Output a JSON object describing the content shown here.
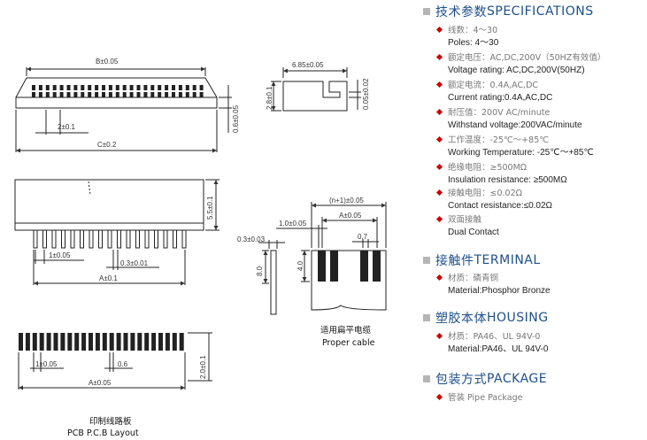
{
  "drawing": {
    "top_view": {
      "b_dim": "B±0.05",
      "pitch": "2±0.1",
      "c_dim": "C±0.2",
      "height_dim": "0.6±0.05"
    },
    "side_view": {
      "width_dim": "6.85±0.05",
      "height_dim": "2.8±0.1",
      "slot_dim": "0.05±0.02"
    },
    "front_view": {
      "height_dim": "5.5±0.1",
      "pitch": "1±0.05",
      "pin_width": "0.3±0.01",
      "a_dim": "A±0.1"
    },
    "pcb_layout": {
      "pitch": "1±0.05",
      "pad_width": "0.6",
      "a_dim": "A±0.05",
      "height_dim": "2.0±0.1",
      "caption_zh": "印制线路板",
      "caption_en": "PCB P.C.B Layout"
    },
    "cable": {
      "n_dim": "(n+1)±0.05",
      "a_dim": "A±0.05",
      "pitch": "1.0±0.05",
      "width": "0.7",
      "thickness": "0.3±0.03",
      "length": "8.0",
      "contact": "4.0",
      "caption_zh": "适用扁平电缆",
      "caption_en": "Proper cable"
    }
  },
  "specs": {
    "title_zh": "技术参数",
    "title_en": "SPECIFICATIONS",
    "items": [
      {
        "zh": "线数：4～30",
        "en": "Poles: 4～30"
      },
      {
        "zh": "额定电压：AC,DC,200V（50HZ有效值）",
        "en": "Voltage rating: AC,DC,200V(50HZ)"
      },
      {
        "zh": "额定电流：0.4A,AC,DC",
        "en": "Current rating:0.4A,AC,DC"
      },
      {
        "zh": "耐压值：200V AC/minute",
        "en": "Withstand voltage:200VAC/minute"
      },
      {
        "zh": "工作温度：-25℃～+85℃",
        "en": "Working Temperature: -25℃～+85℃"
      },
      {
        "zh": "绝缘电阻：≥500MΩ",
        "en": "Insulation resistance: ≥500MΩ"
      },
      {
        "zh": "接触电阻：≤0.02Ω",
        "en": "Contact resistance:≤0.02Ω"
      },
      {
        "zh": "双面接触",
        "en": "Dual Contact"
      }
    ]
  },
  "terminal": {
    "title_zh": "接触件",
    "title_en": "TERMINAL",
    "zh": "材质：磷青铜",
    "en": "Material:Phosphor Bronze"
  },
  "housing": {
    "title_zh": "塑胶本体",
    "title_en": "HOUSING",
    "zh": "材质：PA46、UL 94V-0",
    "en": "Material:PA46、UL 94V-0"
  },
  "package": {
    "title_zh": "包装方式",
    "title_en": "PACKAGE",
    "zh": "管装 Pipe Package"
  }
}
